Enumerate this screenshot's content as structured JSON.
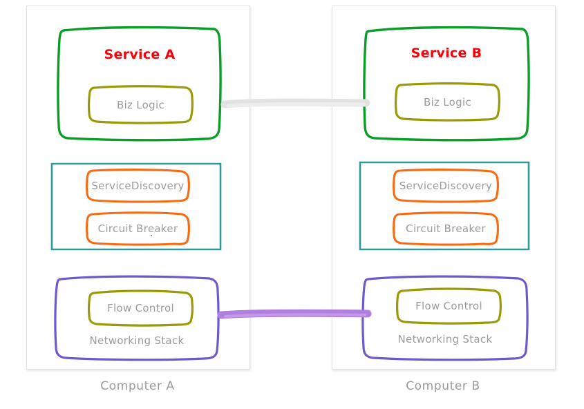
{
  "diagram": {
    "title_text_color": "#fb0007",
    "label_text_color": "#9b9b9b",
    "background": "#ffffff"
  },
  "colors": {
    "service_border": "#0a9e28",
    "biz_logic_border": "#9a9a08",
    "middleware_border": "#2e9a9e",
    "middleware_item_border": "#f96a10",
    "networking_border": "#6a5acd",
    "flow_control_border": "#9a9a08",
    "top_connector": "#e2e2e2",
    "bottom_connector": "#b07fe0",
    "panel_border": "#e3e3e3"
  },
  "computers": [
    {
      "id": "a",
      "caption": "Computer A",
      "service": {
        "title": "Service A",
        "inner_label": "Biz Logic"
      },
      "middleware": {
        "items": [
          "ServiceDiscovery",
          "Circuit Breaker"
        ]
      },
      "networking": {
        "inner_label": "Flow Control",
        "stack_label": "Networking Stack"
      }
    },
    {
      "id": "b",
      "caption": "Computer B",
      "service": {
        "title": "Service B",
        "inner_label": "Biz Logic"
      },
      "middleware": {
        "items": [
          "ServiceDiscovery",
          "Circuit Breaker"
        ]
      },
      "networking": {
        "inner_label": "Flow Control",
        "stack_label": "Networking Stack"
      }
    }
  ],
  "connectors": [
    {
      "name": "service-link",
      "from": "Service A",
      "to": "Service B",
      "style": "thick-grey-line"
    },
    {
      "name": "networking-link",
      "from": "Networking Stack A",
      "to": "Networking Stack B",
      "style": "thick-purple-line"
    }
  ]
}
